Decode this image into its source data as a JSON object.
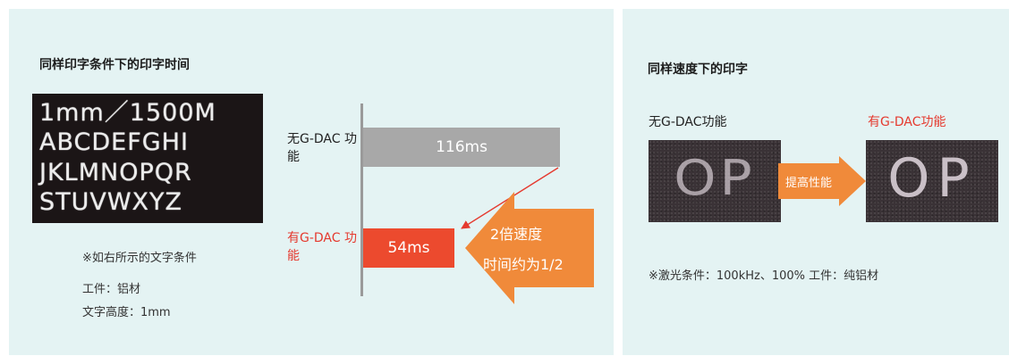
{
  "left_panel": {
    "title": "同样印字条件下的印字时间",
    "sample_lines": [
      "1mm／1500M",
      "ABCDEFGHI",
      "JKLMNOPQR",
      "STUVWXYZ"
    ],
    "note": "※如右所示的文字条件",
    "material": "工件：铝材",
    "char_height": "文字高度：1mm"
  },
  "chart_data": {
    "type": "bar",
    "orientation": "horizontal",
    "categories": [
      "无G-DAC 功能",
      "有G-DAC 功能"
    ],
    "values": [
      116,
      54
    ],
    "value_labels": [
      "116ms",
      "54ms"
    ],
    "colors": [
      "#a8a8a8",
      "#ec4a2e"
    ],
    "category_colors": [
      "#222222",
      "#e53a2f"
    ],
    "xlim": [
      0,
      116
    ],
    "callout": {
      "line1": "2倍速度",
      "line2": "时间约为1/2",
      "color": "#f08a3a"
    }
  },
  "right_panel": {
    "title": "同样速度下的印字",
    "without_label": "无G-DAC功能",
    "with_label": "有G-DAC功能",
    "arrow_label": "提高性能",
    "sample_chars": "OP",
    "note": "※激光条件：100kHz、100% 工件：纯铝材",
    "accent_color": "#e53a2f",
    "arrow_color": "#f08a3a"
  }
}
